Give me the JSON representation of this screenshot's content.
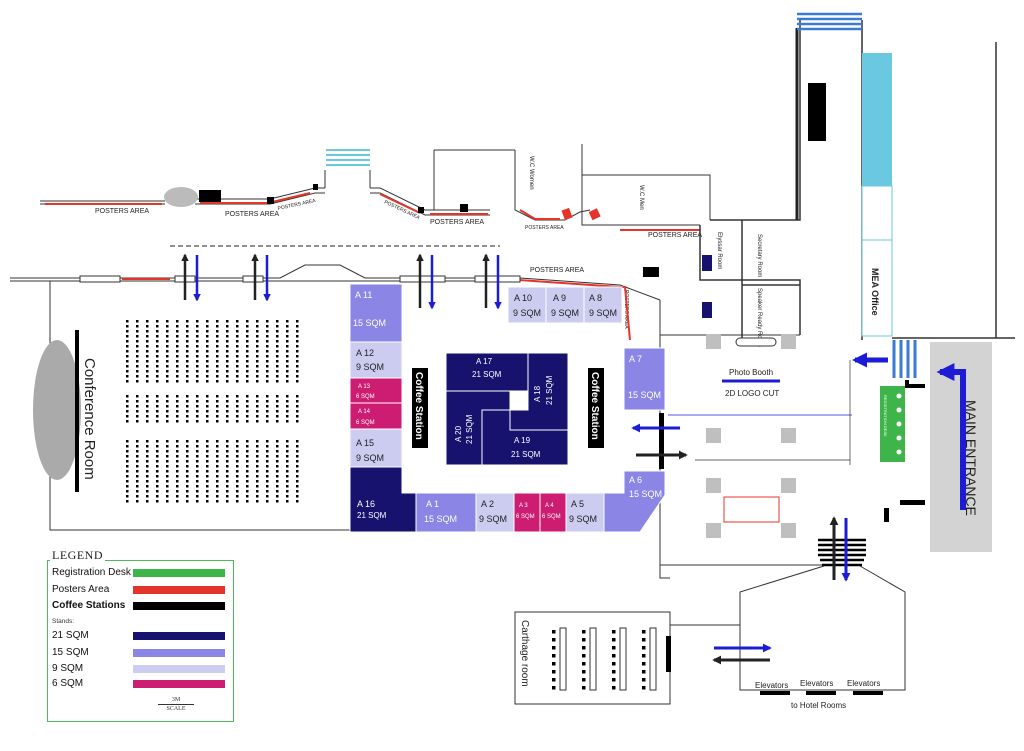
{
  "rooms": {
    "conference_room": "Conference Room",
    "carthage_room": "Carthage room",
    "mea_office": "MEA Office",
    "main_entrance": "MAIN ENTRANCE",
    "wc_women": "W.C Women",
    "wc_men": "W.C Men",
    "elyssar_room": "Elyssar Room",
    "secretary_room": "Secretary Room",
    "speaker_ready_room": "Speaker Ready Room",
    "photo_booth": "Photo Booth",
    "logo_cut": "2D LOGO CUT",
    "registration_desk": "REGISTRATION DESK",
    "coffee_station": "Coffee Station",
    "elevators": "Elevators",
    "to_hotel_rooms": "to Hotel Rooms"
  },
  "posters_area_label": "POSTERS AREA",
  "stands": [
    {
      "id": "A 11",
      "size": "15 SQM",
      "sqm": 15
    },
    {
      "id": "A 12",
      "size": "9 SQM",
      "sqm": 9
    },
    {
      "id": "A 13",
      "size": "6 SQM",
      "sqm": 6
    },
    {
      "id": "A 14",
      "size": "6 SQM",
      "sqm": 6
    },
    {
      "id": "A 15",
      "size": "9 SQM",
      "sqm": 9
    },
    {
      "id": "A 16",
      "size": "21 SQM",
      "sqm": 21
    },
    {
      "id": "A 1",
      "size": "15 SQM",
      "sqm": 15
    },
    {
      "id": "A 2",
      "size": "9 SQM",
      "sqm": 9
    },
    {
      "id": "A 3",
      "size": "6 SQM",
      "sqm": 6
    },
    {
      "id": "A 4",
      "size": "6 SQM",
      "sqm": 6
    },
    {
      "id": "A 5",
      "size": "9 SQM",
      "sqm": 9
    },
    {
      "id": "A 6",
      "size": "15 SQM",
      "sqm": 15
    },
    {
      "id": "A 7",
      "size": "15 SQM",
      "sqm": 15
    },
    {
      "id": "A 8",
      "size": "9 SQM",
      "sqm": 9
    },
    {
      "id": "A 9",
      "size": "9 SQM",
      "sqm": 9
    },
    {
      "id": "A 10",
      "size": "9 SQM",
      "sqm": 9
    },
    {
      "id": "A 17",
      "size": "21 SQM",
      "sqm": 21
    },
    {
      "id": "A 18",
      "size": "21 SQM",
      "sqm": 21
    },
    {
      "id": "A 19",
      "size": "21 SQM",
      "sqm": 21
    },
    {
      "id": "A 20",
      "size": "21 SQM",
      "sqm": 21
    }
  ],
  "legend": {
    "title": "LEGEND",
    "registration_desk": "Registration Desk",
    "posters_area": "Posters Area",
    "coffee_stations": "Coffee Stations",
    "stands_label": "Stands:",
    "sqm21": "21 SQM",
    "sqm15": "15 SQM",
    "sqm9": "9 SQM",
    "sqm6": "6 SQM",
    "scale_value": "3M",
    "scale_label": "SCALE"
  },
  "colors": {
    "sqm21": "#16126e",
    "sqm15": "#8b85e6",
    "sqm9": "#cccbf0",
    "sqm6": "#cc1d72",
    "registration": "#3db54a",
    "posters": "#e4352a",
    "coffee": "#000000",
    "arrow_blue": "#1c1cd6",
    "mea_office": "#6ac9e0",
    "entrance_gray": "#d3d3d3"
  }
}
